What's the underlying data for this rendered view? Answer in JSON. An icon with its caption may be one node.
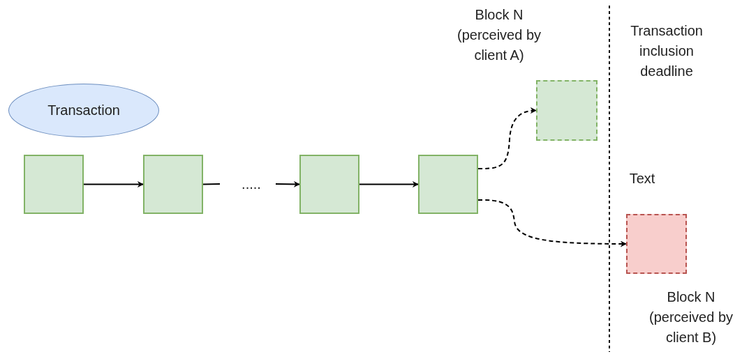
{
  "diagram": {
    "nodes": [
      {
        "text": [
          "Transaction"
        ]
      },
      {
        "text": [],
        "shape": "box"
      },
      {
        "text": [],
        "shape": "box"
      },
      {
        "text": [],
        "shape": "box"
      },
      {
        "text": [],
        "shape": "box"
      },
      {
        "text": [],
        "shape": "box",
        "beside": [
          "Block N (perceived by client A)"
        ]
      },
      {
        "text": [],
        "shape": "box",
        "beside": [
          "Block N (perceived by client B)"
        ]
      }
    ],
    "edges": [
      {
        "from": 1,
        "to": 2,
        "arrow": "to"
      },
      {
        "from": 2,
        "to": null,
        "arrow": "none"
      },
      {
        "from": null,
        "to": 3,
        "arrow": "to"
      },
      {
        "from": 3,
        "to": 4,
        "arrow": "to"
      },
      {
        "from": 4,
        "to": 5,
        "arrow": "to",
        "style": "dashed"
      },
      {
        "from": 4,
        "to": 6,
        "arrow": "to",
        "style": "dashed"
      }
    ],
    "labels": [
      ".....",
      "Transaction inclusion deadline",
      "Text"
    ]
  }
}
